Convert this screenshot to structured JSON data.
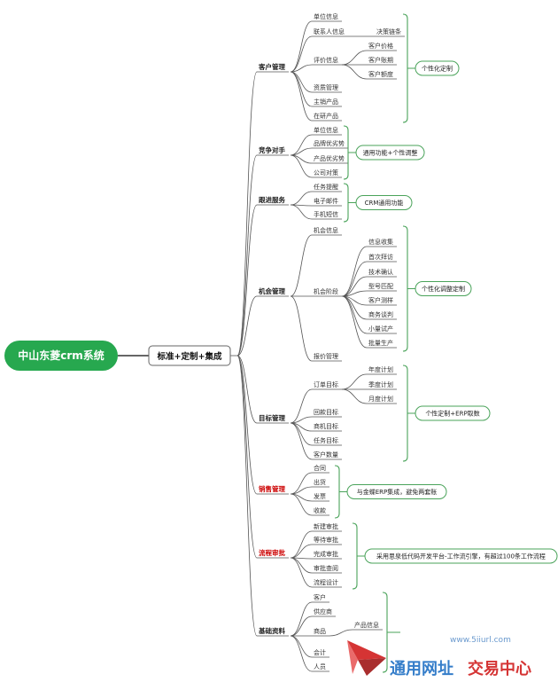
{
  "root": "中山东菱crm系统",
  "center": "标准+定制+集成",
  "categories": [
    {
      "name": "客户管理",
      "red": false,
      "items": [
        "单位信息",
        "联系人信息",
        "评价信息",
        "资质管理",
        "主销产品",
        "在研产品"
      ],
      "sub": [
        {
          "parent": 1,
          "items": [
            "决策链条"
          ]
        },
        {
          "parent": 2,
          "items": [
            "客户价格",
            "客户账期",
            "客户额度"
          ]
        }
      ],
      "note": "个性化定制"
    },
    {
      "name": "竞争对手",
      "red": false,
      "items": [
        "单位信息",
        "品牌优劣势",
        "产品优劣势",
        "公司对策"
      ],
      "sub": [],
      "note": "通用功能+个性调整"
    },
    {
      "name": "跟进服务",
      "red": false,
      "items": [
        "任务提醒",
        "电子邮件",
        "手机短信"
      ],
      "sub": [],
      "note": "CRM通用功能"
    },
    {
      "name": "机会管理",
      "red": false,
      "items": [
        "机会信息",
        "机会阶段",
        "报价管理"
      ],
      "sub": [
        {
          "parent": 1,
          "items": [
            "信息收集",
            "首次拜访",
            "技术确认",
            "型号匹配",
            "客户测样",
            "商务谈判",
            "小量试产",
            "批量生产"
          ]
        }
      ],
      "note": "个性化调整定制"
    },
    {
      "name": "目标管理",
      "red": false,
      "items": [
        "订单目标",
        "回款目标",
        "商机目标",
        "任务目标",
        "客户数量"
      ],
      "sub": [
        {
          "parent": 0,
          "items": [
            "年度计划",
            "季度计划",
            "月度计划"
          ]
        }
      ],
      "note": "个性定制+ERP取数"
    },
    {
      "name": "销售管理",
      "red": true,
      "items": [
        "合同",
        "出货",
        "发票",
        "收款"
      ],
      "sub": [],
      "note": "与金蝶ERP集成，避免两套账"
    },
    {
      "name": "流程审批",
      "red": true,
      "items": [
        "新建审批",
        "等待审批",
        "完成审批",
        "审批查阅",
        "流程设计"
      ],
      "sub": [],
      "note": "采用思泉低代码开发平台-工作流引擎，有超过100条工作流程"
    },
    {
      "name": "基础资料",
      "red": false,
      "items": [
        "客户",
        "供应商",
        "商品",
        "会计",
        "人员"
      ],
      "sub": [
        {
          "parent": 2,
          "items": [
            "产品信息"
          ]
        }
      ],
      "note": ""
    }
  ],
  "watermark": {
    "url": "www.5iiurl.com",
    "brand_left": "通用网址",
    "brand_right": "交易中心"
  },
  "colors": {
    "root_fill": "#27a84f",
    "line": "#555555",
    "bracket": "#4aa35a",
    "red_text": "#cc0000",
    "watermark_blue": "#1f6fc4",
    "watermark_red": "#d11f1f"
  }
}
